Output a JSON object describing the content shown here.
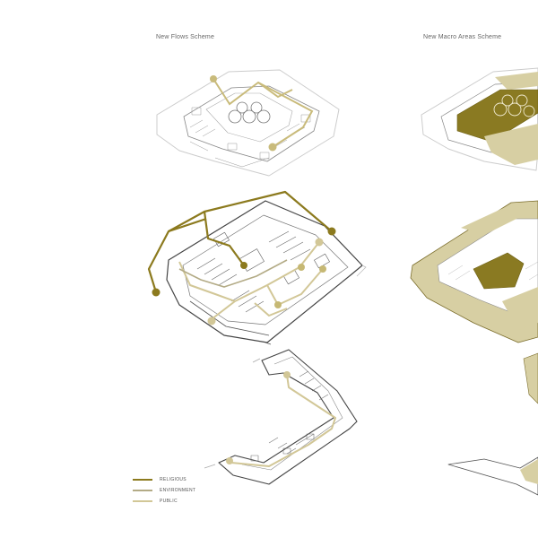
{
  "titles": {
    "left": "New Flows Scheme",
    "right": "New Macro Areas Scheme"
  },
  "legend": [
    {
      "label": "RELIGIOUS",
      "color": "#8c7a1e"
    },
    {
      "label": "ENVIRONMENT",
      "color": "#b3ab86"
    },
    {
      "label": "PUBLIC",
      "color": "#d2c797"
    }
  ],
  "colors": {
    "religious": "#8c7a1e",
    "environment": "#b3ab86",
    "public": "#d2c797",
    "macro_fill_light": "#d7cfa3",
    "macro_fill_dark": "#8a7a22",
    "outline": "#555555",
    "faint": "#cfcfcf"
  }
}
